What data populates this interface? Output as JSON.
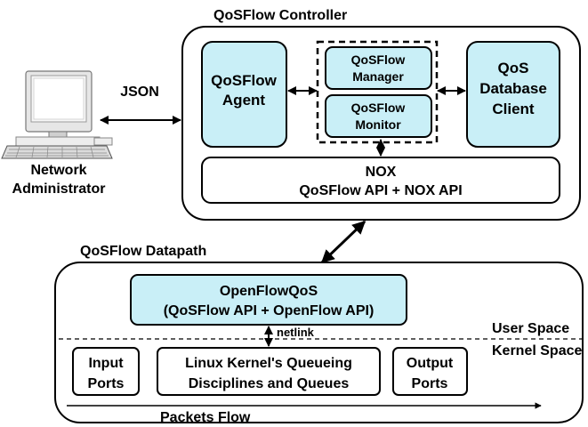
{
  "controller": {
    "title": "QoSFlow Controller",
    "agent": [
      "QoSFlow",
      "Agent"
    ],
    "manager": [
      "QoSFlow",
      "Manager"
    ],
    "monitor": [
      "QoSFlow",
      "Monitor"
    ],
    "db_client": [
      "QoS",
      "Database",
      "Client"
    ],
    "nox": [
      "NOX",
      "QoSFlow API + NOX API"
    ]
  },
  "admin": {
    "label": [
      "Network",
      "Administrator"
    ],
    "link_label": "JSON"
  },
  "datapath": {
    "title": "QoSFlow Datapath",
    "openflowqos": [
      "OpenFlowQoS",
      "(QoSFlow API + OpenFlow API)"
    ],
    "netlink_label": "netlink",
    "user_space": "User Space",
    "kernel_space": "Kernel Space",
    "input_ports": [
      "Input",
      "Ports"
    ],
    "queueing": [
      "Linux Kernel's Queueing",
      "Disciplines and Queues"
    ],
    "output_ports": [
      "Output",
      "Ports"
    ],
    "packets_flow": "Packets Flow"
  },
  "colors": {
    "module_fill": "#c9eff7",
    "stroke": "#000000"
  },
  "icons": {
    "admin": "computer-workstation-icon"
  }
}
